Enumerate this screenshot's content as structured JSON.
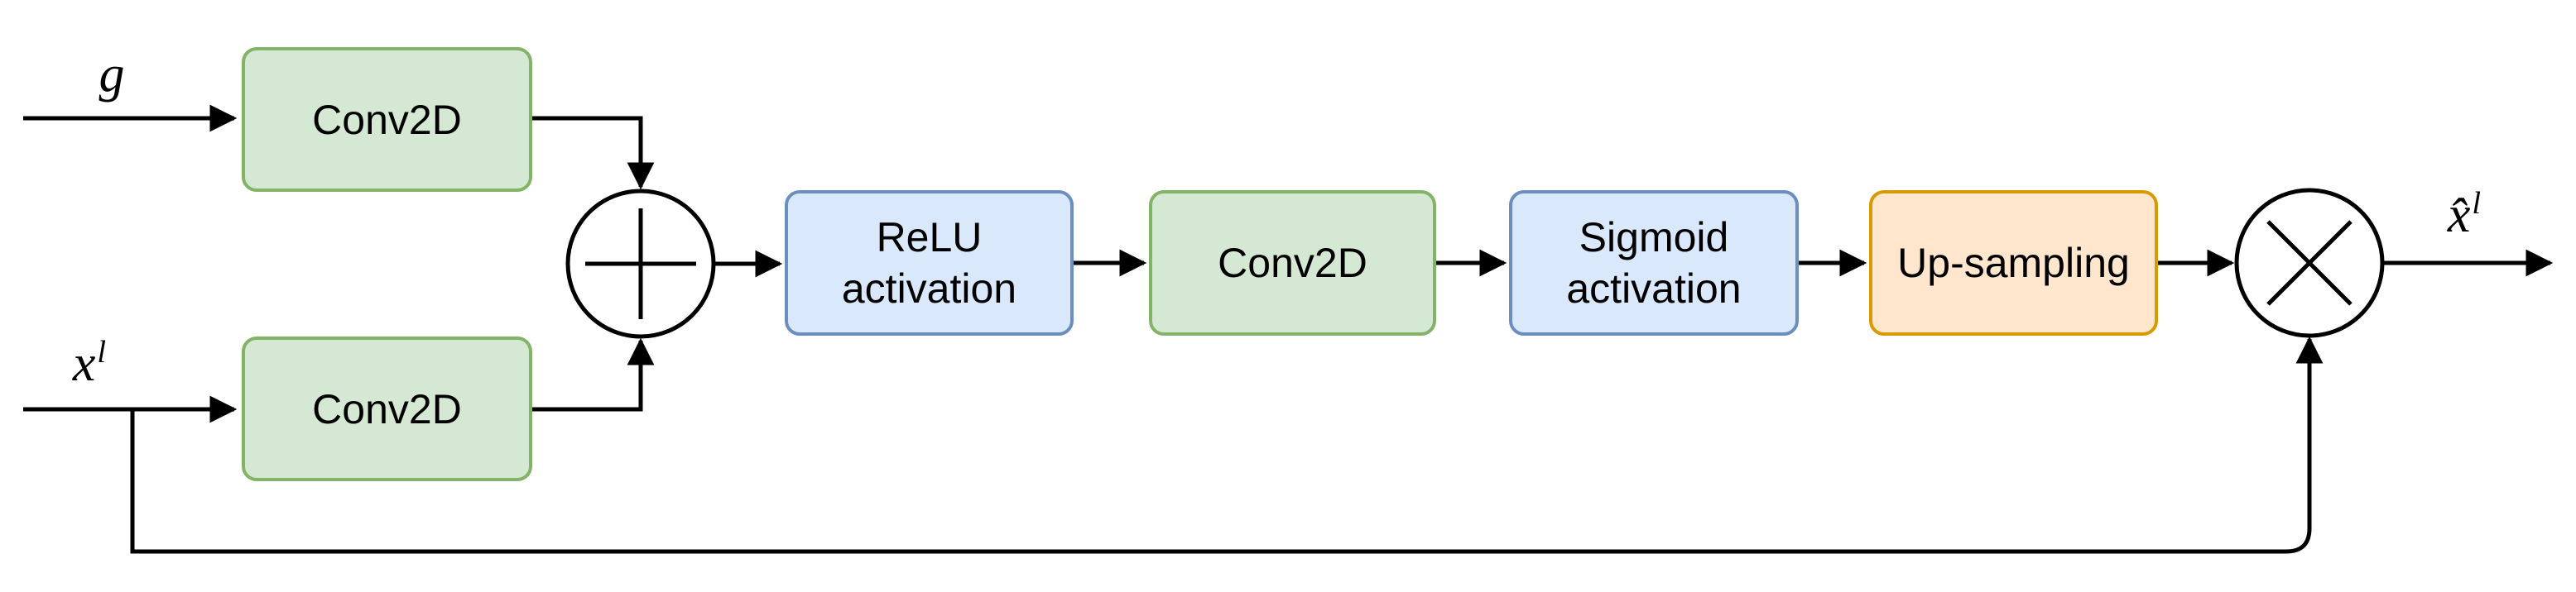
{
  "canvas": {
    "background": "#ffffff",
    "line_color": "#000000"
  },
  "labels": {
    "g_input": "g",
    "x_input": {
      "base": "x",
      "sup": "l"
    },
    "x_output": {
      "base": "x̂",
      "sup": "l"
    }
  },
  "nodes": {
    "conv_top": {
      "label": "Conv2D",
      "fill": "#d5e8d4",
      "stroke": "#82b366"
    },
    "conv_bottom": {
      "label": "Conv2D",
      "fill": "#d5e8d4",
      "stroke": "#82b366"
    },
    "relu": {
      "label": "ReLU activation",
      "fill": "#dae8fc",
      "stroke": "#6c8ebf"
    },
    "conv_mid": {
      "label": "Conv2D",
      "fill": "#d5e8d4",
      "stroke": "#82b366"
    },
    "sigmoid": {
      "label": "Sigmoid activation",
      "fill": "#dae8fc",
      "stroke": "#6c8ebf"
    },
    "upsampling": {
      "label": "Up-sampling",
      "fill": "#ffe6cc",
      "stroke": "#d79b00"
    }
  },
  "operators": {
    "add": {
      "symbol": "+"
    },
    "multiply": {
      "symbol": "×"
    }
  }
}
